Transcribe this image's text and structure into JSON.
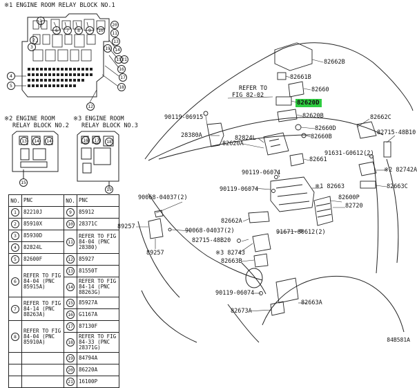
{
  "block1_title": "※1 ENGINE ROOM RELAY BLOCK NO.1",
  "block2_title": [
    "※2 ENGINE ROOM",
    "RELAY BLOCK NO.2"
  ],
  "block3_title": [
    "※3 ENGINE ROOM",
    "RELAY BLOCK NO.3"
  ],
  "block1_callouts": [
    "1",
    "2",
    "3",
    "4",
    "5",
    "6",
    "7",
    "8",
    "9",
    "10",
    "11",
    "12",
    "13",
    "14",
    "15",
    "16",
    "17",
    "18",
    "19",
    "20",
    "21"
  ],
  "block2_callouts": [
    "13",
    "14",
    "14",
    "15"
  ],
  "block3_callouts": [
    "16",
    "17",
    "18",
    "19"
  ],
  "table": {
    "headers": [
      "NO.",
      "PNC",
      "NO.",
      "PNC"
    ],
    "rows": [
      [
        "1",
        "82210J",
        "9",
        "85912"
      ],
      [
        "2",
        "85910X",
        "10",
        "28371C"
      ],
      [
        "3",
        "85930D",
        "11",
        "REFER TO FIG 84-04 (PNC 28380)"
      ],
      [
        "4",
        "82824L",
        "",
        ""
      ],
      [
        "5",
        "82600F",
        "12",
        "85927"
      ],
      [
        "6",
        "REFER TO FIG 84-04 (PNC 85915A)",
        "13",
        "81550T"
      ],
      [
        "",
        "",
        "14",
        "REFER TO FIG 84-14 (PNC 88263G)"
      ],
      [
        "7",
        "REFER TO FIG 84-14 (PNC 88263A)",
        "15",
        "85927A"
      ],
      [
        "",
        "",
        "16",
        "G1167A"
      ],
      [
        "8",
        "REFER TO FIG 84-04 (PNC 85910A)",
        "17",
        "87130F"
      ],
      [
        "",
        "",
        "18",
        "REFER TO FIG 84-33 (PNC 28371G)"
      ],
      [
        "",
        "",
        "19",
        "84794A"
      ],
      [
        "",
        "",
        "20",
        "86220A"
      ],
      [
        "",
        "",
        "21",
        "16100P"
      ]
    ]
  },
  "labels": {
    "l82662B": "82662B",
    "l82661B": "82661B",
    "l82660": "82660",
    "l82620D": "82620D",
    "l82620B": "82620B",
    "l82660D": "82660D",
    "l82660B": "82660B",
    "l82661": "82661",
    "l82662C": "82662C",
    "l82715_48B10": "82715-48B10",
    "l91631": "91631-G0612(2)",
    "l82742A": "※2 82742A",
    "l82663C": "82663C",
    "l82663": "※1 82663",
    "l82600P": "82600P",
    "l82720": "82720",
    "refer_to": "REFER TO",
    "fig8202": "FIG 82-02",
    "l90119_06915": "90119-06915",
    "l28380A": "28380A",
    "l82824L": "82824L",
    "l82620A": "82620A",
    "l90119_06074a": "90119-06074",
    "l90119_06074b": "90119-06074",
    "l90068_04037_2a": "90068-04037(2)",
    "l89257a": "89257",
    "l89257b": "89257",
    "l90068_04037_2b": "90068-04037(2)",
    "l82662A": "82662A",
    "l91671": "91671-80612(2)",
    "l82715_48B20": "82715-48B20",
    "l82743": "※3 82743",
    "l82663B": "82663B",
    "l90119_06074c": "90119-06074",
    "l82663A": "82663A",
    "l82673A": "82673A",
    "corner": "84B581A"
  },
  "colors": {
    "highlight": "#2ecc40"
  }
}
